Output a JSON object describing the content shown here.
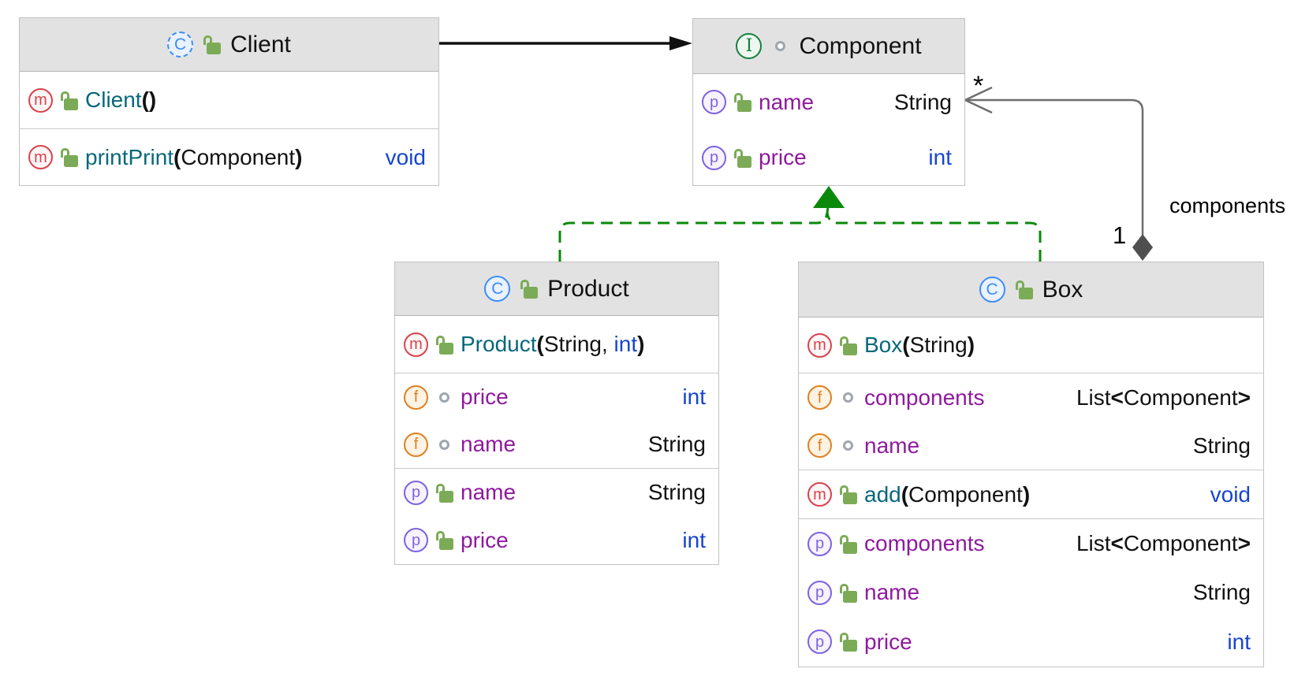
{
  "diagram": {
    "colors": {
      "realization_edge": "#0a890a",
      "aggregation_edge": "#6e6e6e",
      "dependency_edge": "#111111",
      "header_background": "#e2e2e2",
      "method_name": "#07687b",
      "property_name": "#8e1a9e",
      "keyword_type": "#1745cf"
    },
    "edge_labels": {
      "star": "*",
      "one": "1",
      "aggregation_name": "components"
    },
    "edges": [
      {
        "from": "Client",
        "to": "Component",
        "kind": "dependency"
      },
      {
        "from": "Product",
        "to": "Component",
        "kind": "realization"
      },
      {
        "from": "Box",
        "to": "Component",
        "kind": "realization"
      },
      {
        "from": "Box",
        "to": "Component",
        "kind": "aggregation",
        "label": "components",
        "from_multiplicity": "1",
        "to_multiplicity": "*"
      }
    ],
    "classes": [
      {
        "id": "client",
        "title": "Client",
        "stereotype": "class",
        "badge": "C",
        "badge_variant": "dashed",
        "visibility": "public",
        "sections": [
          {
            "rows": [
              {
                "badge": "m",
                "vis": "public",
                "role": "method",
                "name": "Client",
                "params": [
                  {
                    "t": "()",
                    "b": 1
                  }
                ]
              }
            ]
          },
          {
            "rows": [
              {
                "badge": "m",
                "vis": "public",
                "role": "method",
                "name": "printPrint",
                "params": [
                  {
                    "t": "(",
                    "b": 1
                  },
                  {
                    "t": "Component"
                  },
                  {
                    "t": ")",
                    "b": 1
                  }
                ],
                "type": [
                  {
                    "t": "void",
                    "c": "kw"
                  }
                ]
              }
            ]
          }
        ]
      },
      {
        "id": "component",
        "title": "Component",
        "stereotype": "interface",
        "badge": "I",
        "badge_variant": "solid",
        "visibility": "package",
        "sections": [
          {
            "rows": [
              {
                "badge": "p",
                "vis": "public",
                "role": "prop",
                "name": "name",
                "type": [
                  {
                    "t": "String"
                  }
                ]
              },
              {
                "badge": "p",
                "vis": "public",
                "role": "prop",
                "name": "price",
                "type": [
                  {
                    "t": "int",
                    "c": "kw"
                  }
                ]
              }
            ]
          }
        ]
      },
      {
        "id": "product",
        "title": "Product",
        "stereotype": "class",
        "badge": "C",
        "badge_variant": "solid",
        "visibility": "public",
        "sections": [
          {
            "rows": [
              {
                "badge": "m",
                "vis": "public",
                "role": "method",
                "name": "Product",
                "params": [
                  {
                    "t": "(",
                    "b": 1
                  },
                  {
                    "t": "String, "
                  },
                  {
                    "t": "int",
                    "c": "kw"
                  },
                  {
                    "t": ")",
                    "b": 1
                  }
                ]
              }
            ]
          },
          {
            "rows": [
              {
                "badge": "f",
                "vis": "private",
                "role": "prop",
                "name": "price",
                "type": [
                  {
                    "t": "int",
                    "c": "kw"
                  }
                ]
              },
              {
                "badge": "f",
                "vis": "private",
                "role": "prop",
                "name": "name",
                "type": [
                  {
                    "t": "String"
                  }
                ]
              }
            ]
          },
          {
            "rows": [
              {
                "badge": "p",
                "vis": "public",
                "role": "prop",
                "name": "name",
                "type": [
                  {
                    "t": "String"
                  }
                ]
              },
              {
                "badge": "p",
                "vis": "public",
                "role": "prop",
                "name": "price",
                "type": [
                  {
                    "t": "int",
                    "c": "kw"
                  }
                ]
              }
            ]
          }
        ]
      },
      {
        "id": "box",
        "title": "Box",
        "stereotype": "class",
        "badge": "C",
        "badge_variant": "solid",
        "visibility": "public",
        "sections": [
          {
            "rows": [
              {
                "badge": "m",
                "vis": "public",
                "role": "method",
                "name": "Box",
                "params": [
                  {
                    "t": "(",
                    "b": 1
                  },
                  {
                    "t": "String"
                  },
                  {
                    "t": ")",
                    "b": 1
                  }
                ]
              }
            ]
          },
          {
            "rows": [
              {
                "badge": "f",
                "vis": "private",
                "role": "prop",
                "name": "components",
                "type": [
                  {
                    "t": "List"
                  },
                  {
                    "t": "<",
                    "b": 1
                  },
                  {
                    "t": "Component"
                  },
                  {
                    "t": ">",
                    "b": 1
                  }
                ]
              },
              {
                "badge": "f",
                "vis": "private",
                "role": "prop",
                "name": "name",
                "type": [
                  {
                    "t": "String"
                  }
                ]
              }
            ]
          },
          {
            "rows": [
              {
                "badge": "m",
                "vis": "public",
                "role": "method",
                "name": "add",
                "params": [
                  {
                    "t": "(",
                    "b": 1
                  },
                  {
                    "t": "Component"
                  },
                  {
                    "t": ")",
                    "b": 1
                  }
                ],
                "type": [
                  {
                    "t": "void",
                    "c": "kw"
                  }
                ]
              }
            ]
          },
          {
            "rows": [
              {
                "badge": "p",
                "vis": "public",
                "role": "prop",
                "name": "components",
                "type": [
                  {
                    "t": "List"
                  },
                  {
                    "t": "<",
                    "b": 1
                  },
                  {
                    "t": "Component"
                  },
                  {
                    "t": ">",
                    "b": 1
                  }
                ]
              },
              {
                "badge": "p",
                "vis": "public",
                "role": "prop",
                "name": "name",
                "type": [
                  {
                    "t": "String"
                  }
                ]
              },
              {
                "badge": "p",
                "vis": "public",
                "role": "prop",
                "name": "price",
                "type": [
                  {
                    "t": "int",
                    "c": "kw"
                  }
                ]
              }
            ]
          }
        ]
      }
    ]
  }
}
